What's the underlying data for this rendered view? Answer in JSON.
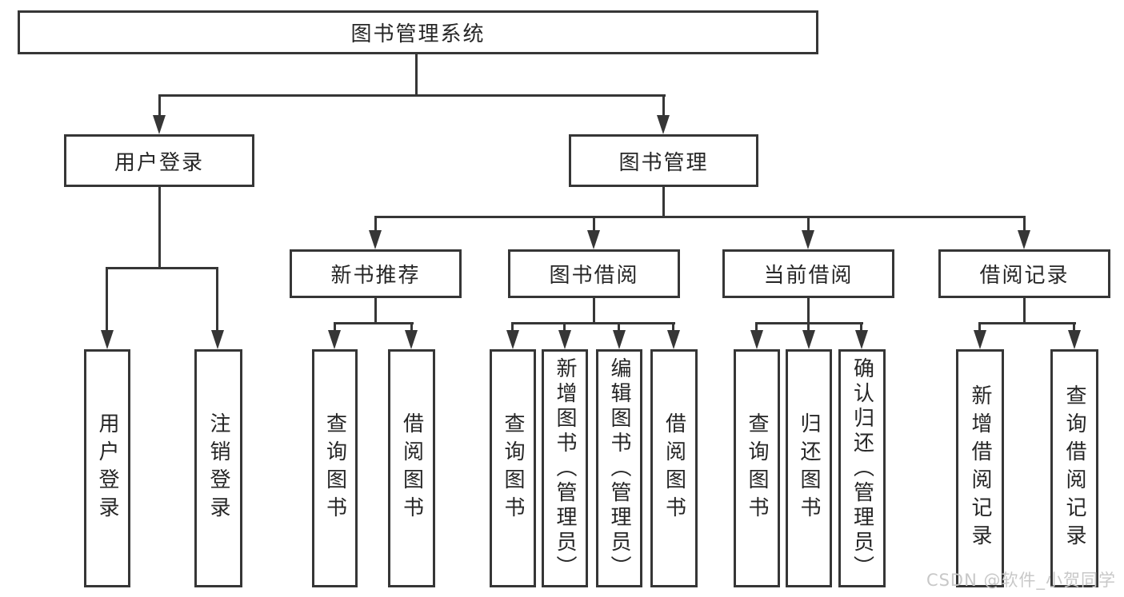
{
  "diagram": {
    "root": {
      "label": "图书管理系统"
    },
    "level2": [
      {
        "label": "用户登录"
      },
      {
        "label": "图书管理"
      }
    ],
    "level3": [
      {
        "label": "新书推荐"
      },
      {
        "label": "图书借阅"
      },
      {
        "label": "当前借阅"
      },
      {
        "label": "借阅记录"
      }
    ],
    "leaves": {
      "user": [
        "用户登录",
        "注销登录"
      ],
      "recommend": [
        "查询图书",
        "借阅图书"
      ],
      "borrow": [
        "查询图书",
        "新增图书（管理员）",
        "编辑图书（管理员）",
        "借阅图书"
      ],
      "current": [
        "查询图书",
        "归还图书",
        "确认归还（管理员）"
      ],
      "records": [
        "新增借阅记录",
        "查询借阅记录"
      ]
    }
  },
  "watermark": {
    "text": "CSDN @软件_小贺同学"
  },
  "colors": {
    "line": "#363636",
    "text": "#262626",
    "watermark": "#c8c8c8",
    "background": "#ffffff"
  }
}
